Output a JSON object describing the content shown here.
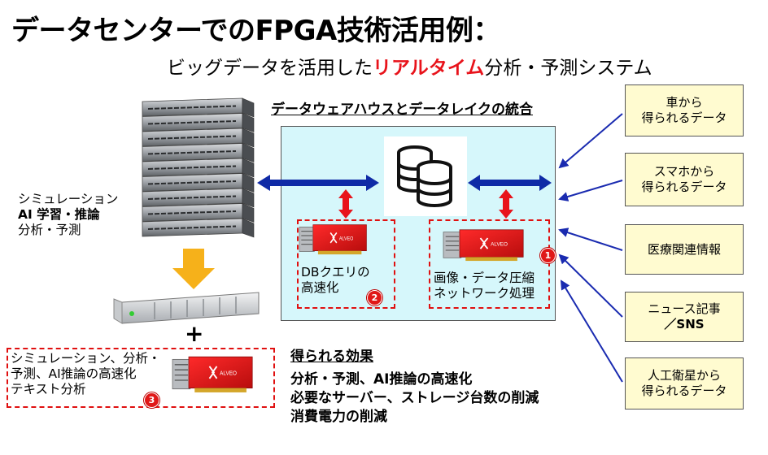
{
  "title": "データセンターでのFPGA技術活用例：",
  "subtitle": {
    "prefix": "ビッグデータを活用した",
    "highlight": "リアルタイム",
    "suffix": "分析・予測システム"
  },
  "warehouse": {
    "label": "データウェアハウスとデータレイクの統合",
    "db_query_card": {
      "line1": "DBクエリの",
      "line2": "高速化",
      "badge": "2"
    },
    "image_card": {
      "line1": "画像・データ圧縮",
      "line2": "ネットワーク処理",
      "badge": "1"
    }
  },
  "left_server": {
    "line1": "シミュレーション",
    "line2": "AI 学習・推論",
    "line3": "分析・予測"
  },
  "plus": "+",
  "sim_card": {
    "line1": "シミュレーション、分析・",
    "line2": "予測、AI推論の高速化",
    "line3": "テキスト分析",
    "badge": "3"
  },
  "sources": [
    {
      "line1": "車から",
      "line2": "得られるデータ"
    },
    {
      "line1": "スマホから",
      "line2": "得られるデータ"
    },
    {
      "line1": "医療関連情報",
      "line2": ""
    },
    {
      "line1": "ニュース記事",
      "line2": "／SNS"
    },
    {
      "line1": "人工衛星から",
      "line2": "得られるデータ"
    }
  ],
  "effects": {
    "title": "得られる効果",
    "items": [
      "分析・予測、AI推論の高速化",
      "必要なサーバー、ストレージ台数の削減",
      "消費電力の削減"
    ]
  },
  "card_brand": {
    "logo_text": "ALVEO"
  },
  "colors": {
    "accent_red": "#e8131b",
    "arrow_blue": "#1a2bb0",
    "warehouse_bg": "#d6f7fb",
    "source_bg": "#fffbd0",
    "down_arrow": "#f6b11a"
  }
}
